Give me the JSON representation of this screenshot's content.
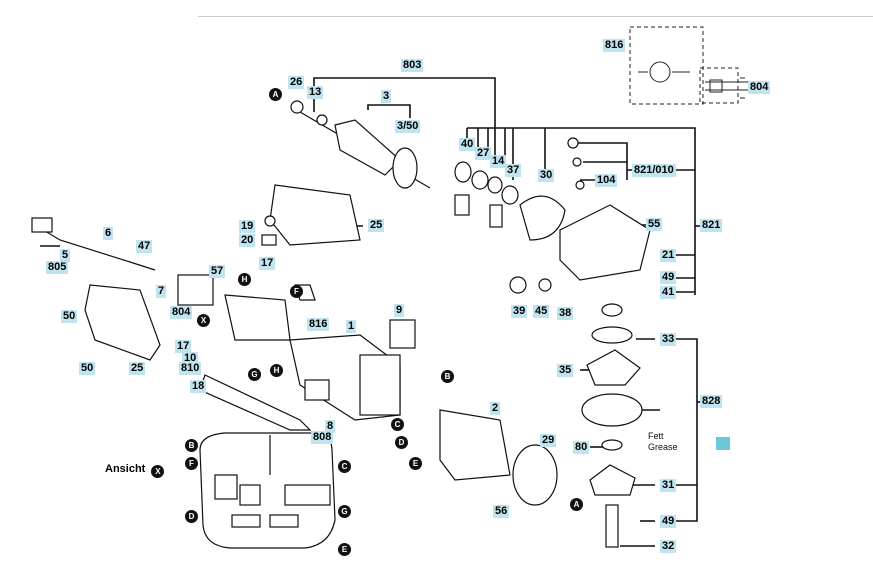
{
  "labels": {
    "l803": "803",
    "l816a": "816",
    "l804a": "804",
    "l26": "26",
    "l13": "13",
    "l3": "3",
    "l3_50": "3/50",
    "l40": "40",
    "l27": "27",
    "l14": "14",
    "l37": "37",
    "l30": "30",
    "l104": "104",
    "l821_010": "821/010",
    "l821": "821",
    "l55": "55",
    "l21": "21",
    "l49a": "49",
    "l41": "41",
    "l19": "19",
    "l20": "20",
    "l25a": "25",
    "l6": "6",
    "l47": "47",
    "l5": "5",
    "l805": "805",
    "l17a": "17",
    "l57": "57",
    "l7": "7",
    "l804b": "804",
    "l816b": "816",
    "l50a": "50",
    "l50b": "50",
    "l25b": "25",
    "l17b": "17",
    "l10": "10",
    "l810": "810",
    "l18": "18",
    "l9": "9",
    "l1": "1",
    "l8": "8",
    "l808": "808",
    "l2": "2",
    "l29": "29",
    "l56": "56",
    "l39": "39",
    "l45": "45",
    "l38": "38",
    "l33": "33",
    "l35": "35",
    "l828": "828",
    "l80": "80",
    "l31": "31",
    "l49b": "49",
    "l32": "32"
  },
  "markers": {
    "A": "A",
    "B": "B",
    "C": "C",
    "D": "D",
    "E": "E",
    "F": "F",
    "G": "G",
    "H": "H",
    "X": "X"
  },
  "grease_note": {
    "line1": "Fett",
    "line2": "Grease"
  },
  "view_label": "Ansicht",
  "colors": {
    "label_bg": "#bfe4ef",
    "swatch": "#6ec6dc",
    "ink": "#111111"
  }
}
